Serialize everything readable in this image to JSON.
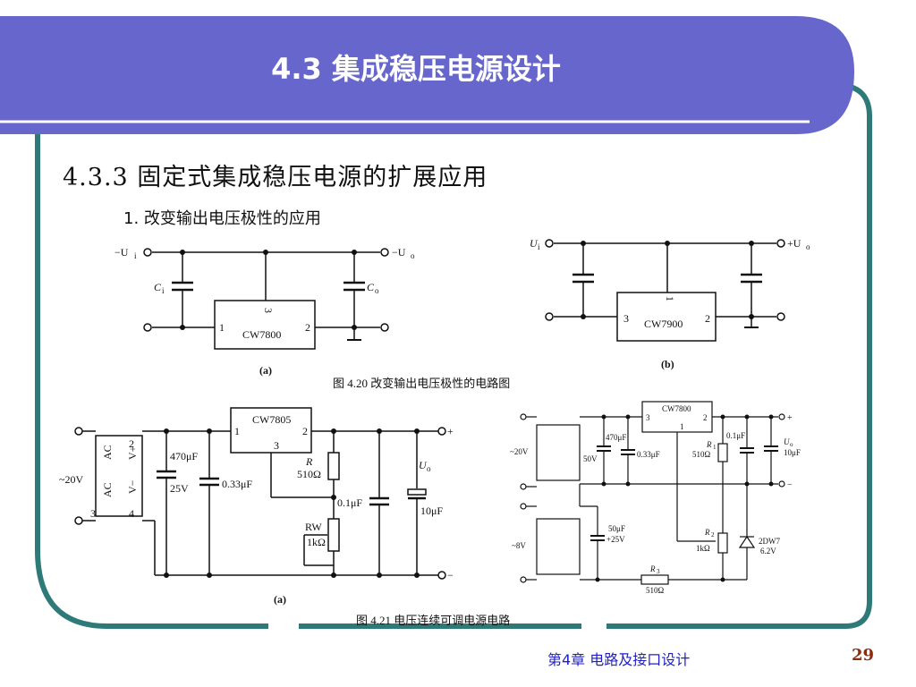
{
  "slide": {
    "title": "4.3  集成稳压电源设计",
    "section": "4.3.3  固定式集成稳压电源的扩展应用",
    "subsection": "1. 改变输出电压极性的应用",
    "footer_chapter": "第4章   电路及接口设计",
    "page_number": "29",
    "colors": {
      "header": "#6666cc",
      "frame": "#2e7a78",
      "page_number": "#8b2d0f",
      "footer": "#1f1fc8"
    }
  },
  "fig420": {
    "caption": "图 4.20   改变输出电压极性的电路图",
    "a": {
      "label": "(a)",
      "input": "−U",
      "input_sub": "i",
      "output": "−U",
      "output_sub": "o",
      "ci": "C",
      "ci_sub": "i",
      "co": "C",
      "co_sub": "o",
      "ic": "CW7800",
      "pin1": "1",
      "pin2": "2",
      "pin3": "3"
    },
    "b": {
      "label": "(b)",
      "input": "U",
      "input_sub": "i",
      "output": "+U",
      "output_sub": "o",
      "ic": "CW7900",
      "pin1": "1",
      "pin2": "2",
      "pin3": "3"
    }
  },
  "fig421": {
    "caption": "图 4.21   电压连续可调电源电路",
    "a": {
      "label": "(a)",
      "ic": "CW7805",
      "pin1": "1",
      "pin2": "2",
      "pin3": "3",
      "ac_in": "~20V",
      "bridge_ac": "AC",
      "bridge_vplus": "V+",
      "bridge_vminus": "V−",
      "bridge_pin2": "2",
      "bridge_pin3": "3",
      "bridge_pin4": "4",
      "c1": "470μF",
      "c1_v": "25V",
      "c2": "0.33μF",
      "r_name": "R",
      "r_val": "510Ω",
      "c3": "0.1μF",
      "rw": "RW",
      "rw_val": "1kΩ",
      "uo": "U",
      "uo_sub": "o",
      "c4": "10μF",
      "plus": "+",
      "minus": "−"
    },
    "b": {
      "ic": "CW7800",
      "pin1": "1",
      "pin2": "2",
      "pin3": "3",
      "ac1": "~20V",
      "ac2": "~8V",
      "c1": "470μF",
      "c1_v": "50V",
      "c2": "0.33μF",
      "r1": "R",
      "r1_sub": "1",
      "r1_val": "510Ω",
      "c3": "0.1μF",
      "uo": "U",
      "uo_sub": "o",
      "c4": "10μF",
      "c5": "50μF",
      "c5_v": "+25V",
      "r2": "R",
      "r2_sub": "2",
      "r2_val": "1kΩ",
      "zener": "2DW7",
      "zener_v": "6.2V",
      "r3": "R",
      "r3_sub": "3",
      "r3_val": "510Ω",
      "plus": "+",
      "minus": "−"
    }
  }
}
